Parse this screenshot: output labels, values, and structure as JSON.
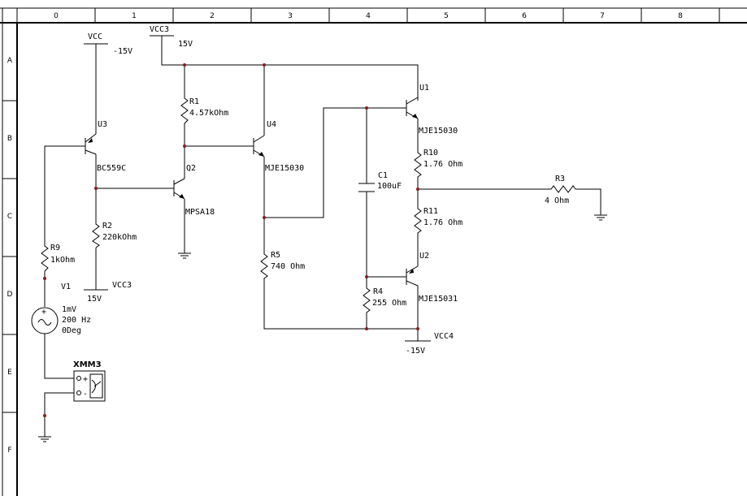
{
  "border": {
    "columns": [
      "0",
      "1",
      "2",
      "3",
      "4",
      "5",
      "6",
      "7",
      "8"
    ],
    "rows": [
      "A",
      "B",
      "C",
      "D",
      "E",
      "F"
    ]
  },
  "supplies": {
    "vcc_top": {
      "name": "VCC",
      "value": "-15V"
    },
    "vcc3_top": {
      "name": "VCC3",
      "value": "15V"
    },
    "vcc3_bottom": {
      "name": "VCC3",
      "value": "15V"
    },
    "vcc4": {
      "name": "VCC4",
      "value": "-15V"
    }
  },
  "components": {
    "u3": {
      "ref": "U3",
      "model": "BC559C"
    },
    "q2": {
      "ref": "Q2",
      "model": "MPSA18"
    },
    "u4": {
      "ref": "U4",
      "model": "MJE15030"
    },
    "u1": {
      "ref": "U1",
      "model": "MJE15030"
    },
    "u2": {
      "ref": "U2",
      "model": "MJE15031"
    },
    "r1": {
      "ref": "R1",
      "value": "4.57kOhm"
    },
    "r2": {
      "ref": "R2",
      "value": "220kOhm"
    },
    "r3": {
      "ref": "R3",
      "value": "4 Ohm"
    },
    "r4": {
      "ref": "R4",
      "value": "255 Ohm"
    },
    "r5": {
      "ref": "R5",
      "value": "740 Ohm"
    },
    "r9": {
      "ref": "R9",
      "value": "1kOhm"
    },
    "r10": {
      "ref": "R10",
      "value": "1.76 Ohm"
    },
    "r11": {
      "ref": "R11",
      "value": "1.76 Ohm"
    },
    "c1": {
      "ref": "C1",
      "value": "100uF"
    },
    "v1": {
      "ref": "V1",
      "amplitude": "1mV",
      "frequency": "200 Hz",
      "phase": "0Deg"
    },
    "xmm3": {
      "ref": "XMM3",
      "plus": "+",
      "minus": "-"
    }
  }
}
